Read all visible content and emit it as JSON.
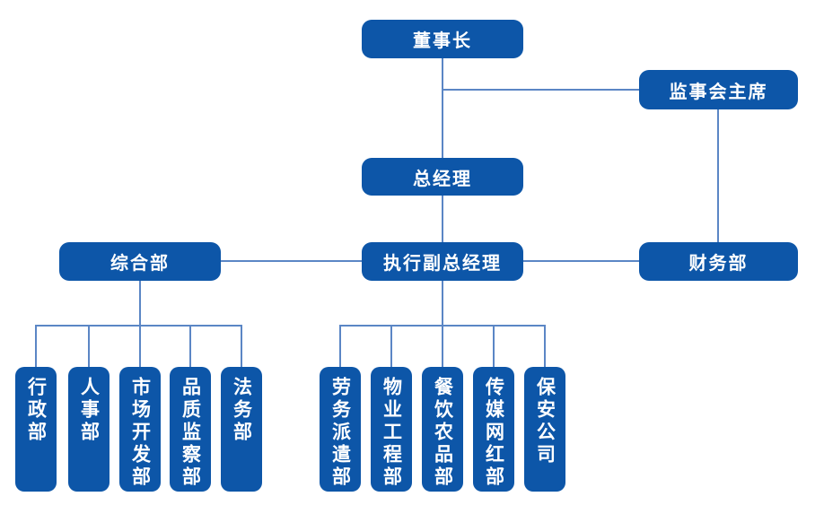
{
  "org": {
    "chairman": "董事长",
    "supervisory_board_chairman": "监事会主席",
    "general_manager": "总经理",
    "general_department": "综合部",
    "executive_deputy_general_manager": "执行副总经理",
    "finance_department": "财务部",
    "left_children": [
      "行政部",
      "人事部",
      "市场开发部",
      "品质监察部",
      "法务部"
    ],
    "right_children": [
      "劳务派遣部",
      "物业工程部",
      "餐饮农品部",
      "传媒网红部",
      "保安公司"
    ],
    "colors": {
      "node_fill": "#0d56a8",
      "node_text": "#ffffff",
      "connector": "#5b86c5"
    }
  }
}
